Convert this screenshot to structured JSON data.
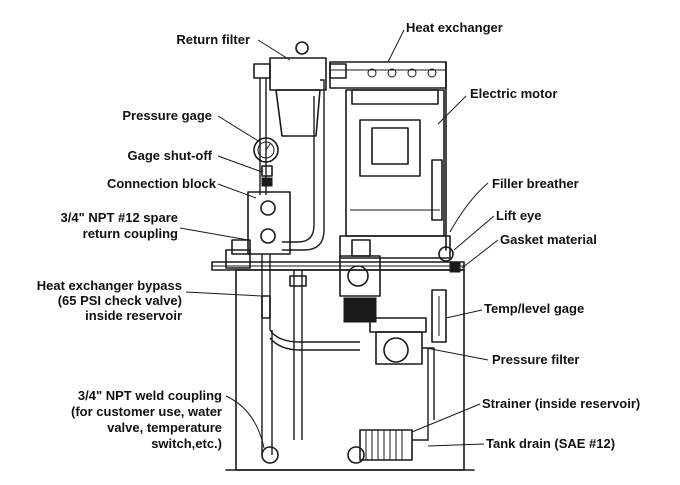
{
  "labels": {
    "heat_exchanger": "Heat exchanger",
    "return_filter": "Return filter",
    "electric_motor": "Electric motor",
    "pressure_gage": "Pressure gage",
    "gage_shutoff": "Gage shut-off",
    "connection_block": "Connection block",
    "filler_breather": "Filler breather",
    "spare_return_line1": "3/4\" NPT #12 spare",
    "spare_return_line2": "return coupling",
    "lift_eye": "Lift eye",
    "gasket_material": "Gasket material",
    "bypass_line1": "Heat exchanger bypass",
    "bypass_line2": "(65 PSI check valve)",
    "bypass_line3": "inside reservoir",
    "temp_level_gage": "Temp/level gage",
    "pressure_filter": "Pressure filter",
    "weld_line1": "3/4\" NPT weld coupling",
    "weld_line2": "(for customer use, water",
    "weld_line3": "valve, temperature",
    "weld_line4": "switch,etc.)",
    "strainer": "Strainer (inside reservoir)",
    "tank_drain": "Tank drain (SAE #12)"
  }
}
